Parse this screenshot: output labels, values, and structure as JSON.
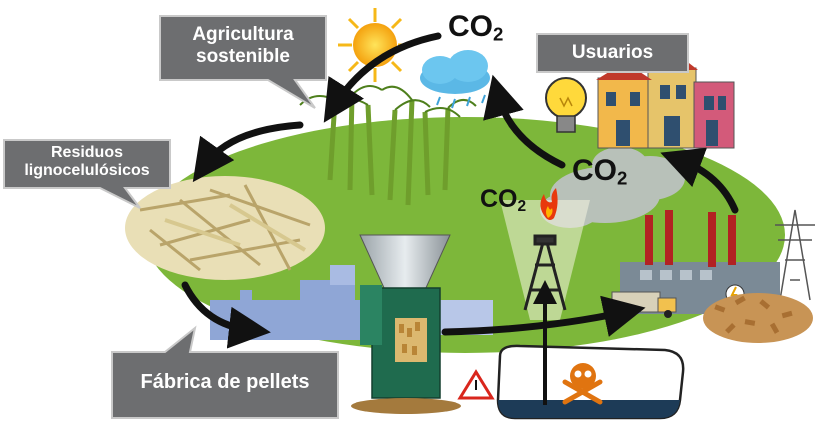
{
  "labels": {
    "agriculture": [
      "Agricultura",
      "sostenible"
    ],
    "users": "Usuarios",
    "residues": [
      "Residuos",
      "lignocelulósicos"
    ],
    "factory": "Fábrica de pellets"
  },
  "co2": {
    "main": "CO",
    "subscript": "2"
  },
  "colors": {
    "field_green": "#7db73a",
    "callout_gray": "#6d6e70",
    "arrow_black": "#111111",
    "flame_red": "#e8380d",
    "pellet_brown": "#c89455",
    "machine_green": "#1f6b4e"
  },
  "icons": [
    "sun-icon",
    "cloud-rain-icon",
    "lightbulb-icon",
    "skull-crossbones-icon",
    "warning-triangle-icon",
    "flame-icon",
    "sugarcane-icon",
    "pellet-pile-icon",
    "oil-derrick-icon",
    "power-tower-icon"
  ]
}
